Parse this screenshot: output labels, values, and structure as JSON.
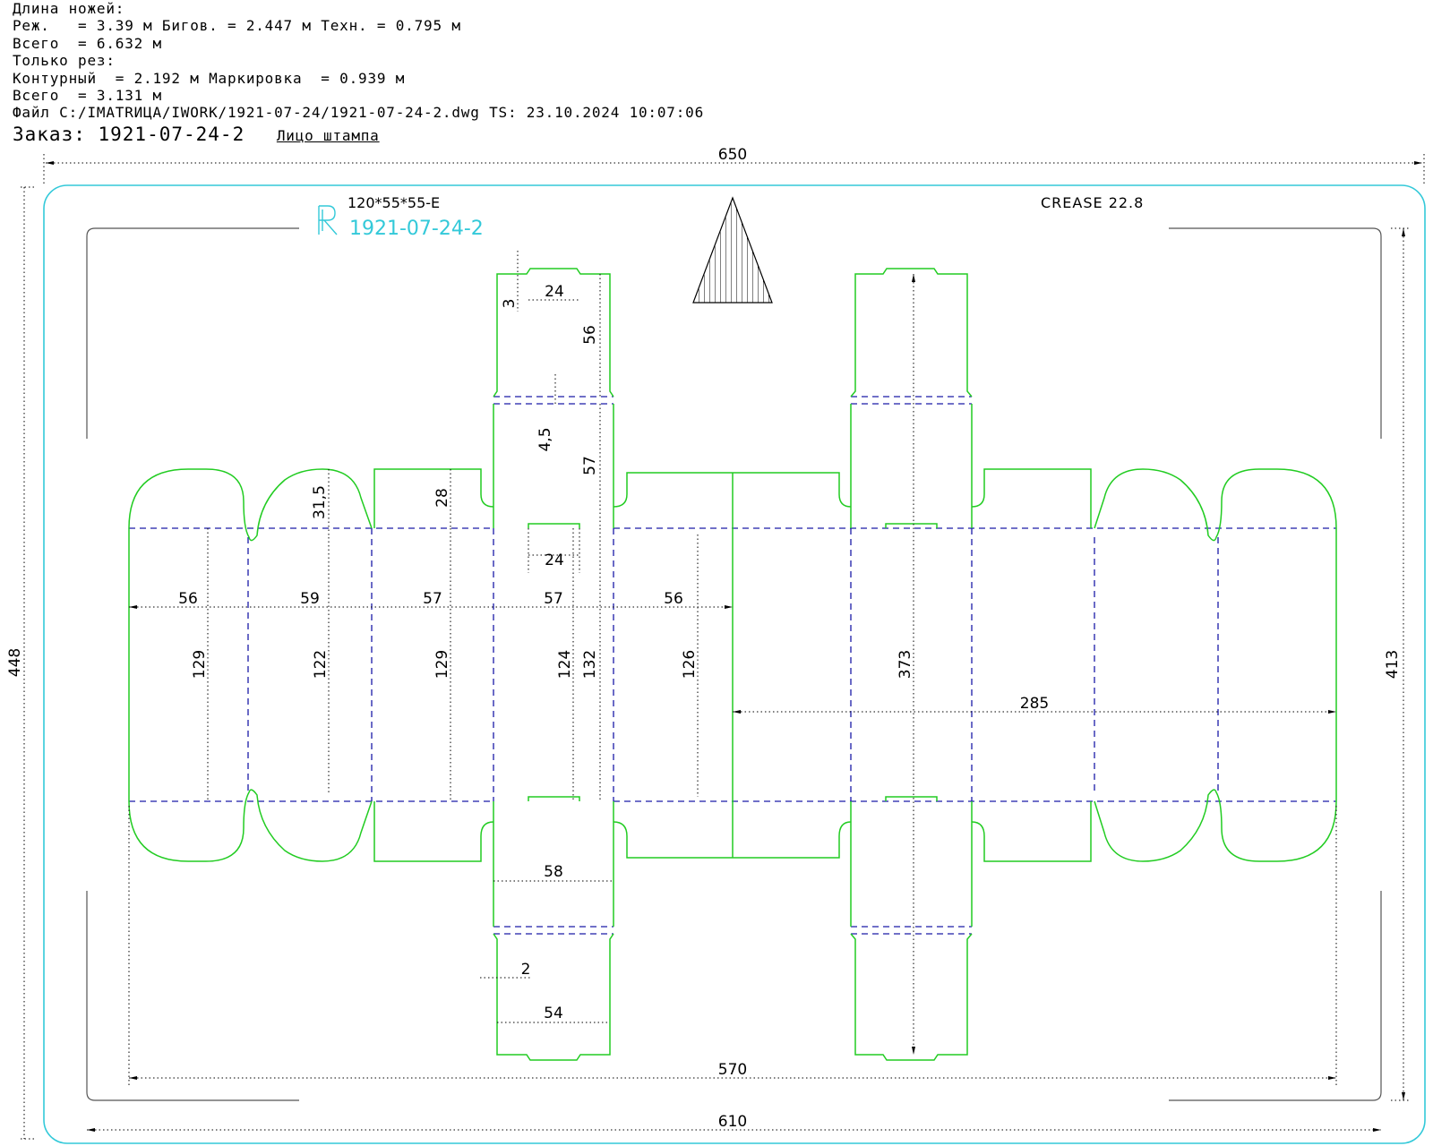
{
  "header": {
    "lines": [
      "Длина ножей:",
      "Реж.   = 3.39 м Бигов. = 2.447 м Техн. = 0.795 м",
      "Всего  = 6.632 м",
      "Только рез:",
      "Контурный  = 2.192 м Маркировка  = 0.939 м",
      "Всего  = 3.131 м",
      "Файл C:/IMATRИЦA/IWORK/1921-07-24/1921-07-24-2.dwg TS: 23.10.2024 10:07:06"
    ],
    "order": "Заказ: 1921-07-24-2",
    "view": "Лицо штампа"
  },
  "labels": {
    "spec": "120*55*55-E",
    "logo_code": "1921-07-24-2",
    "crease": "CREASE 22.8"
  },
  "dimensions": {
    "overall_width": "650",
    "overall_height": "448",
    "inner_width": "610",
    "inner_height": "413",
    "blank_width": "570",
    "lid_width": "285",
    "glue_height": "373",
    "panel_widths": [
      "56",
      "59",
      "57",
      "57",
      "56"
    ],
    "panel_heights": [
      "129",
      "122",
      "129",
      "124",
      "132",
      "126"
    ],
    "flap_heights": [
      "31,5",
      "28"
    ],
    "tuck_depth_top": "56",
    "tuck_depth_mid": "57",
    "slot_gap": "4,5",
    "notch": "3",
    "tab_widths": [
      "24",
      "24"
    ],
    "bottom_panel_width": "58",
    "bottom_tuck_width": "54",
    "offset": "2"
  },
  "colors": {
    "cut": "#22cc22",
    "crease": "#1a1aa8",
    "frame": "#33c9d9",
    "dim": "#000000"
  }
}
